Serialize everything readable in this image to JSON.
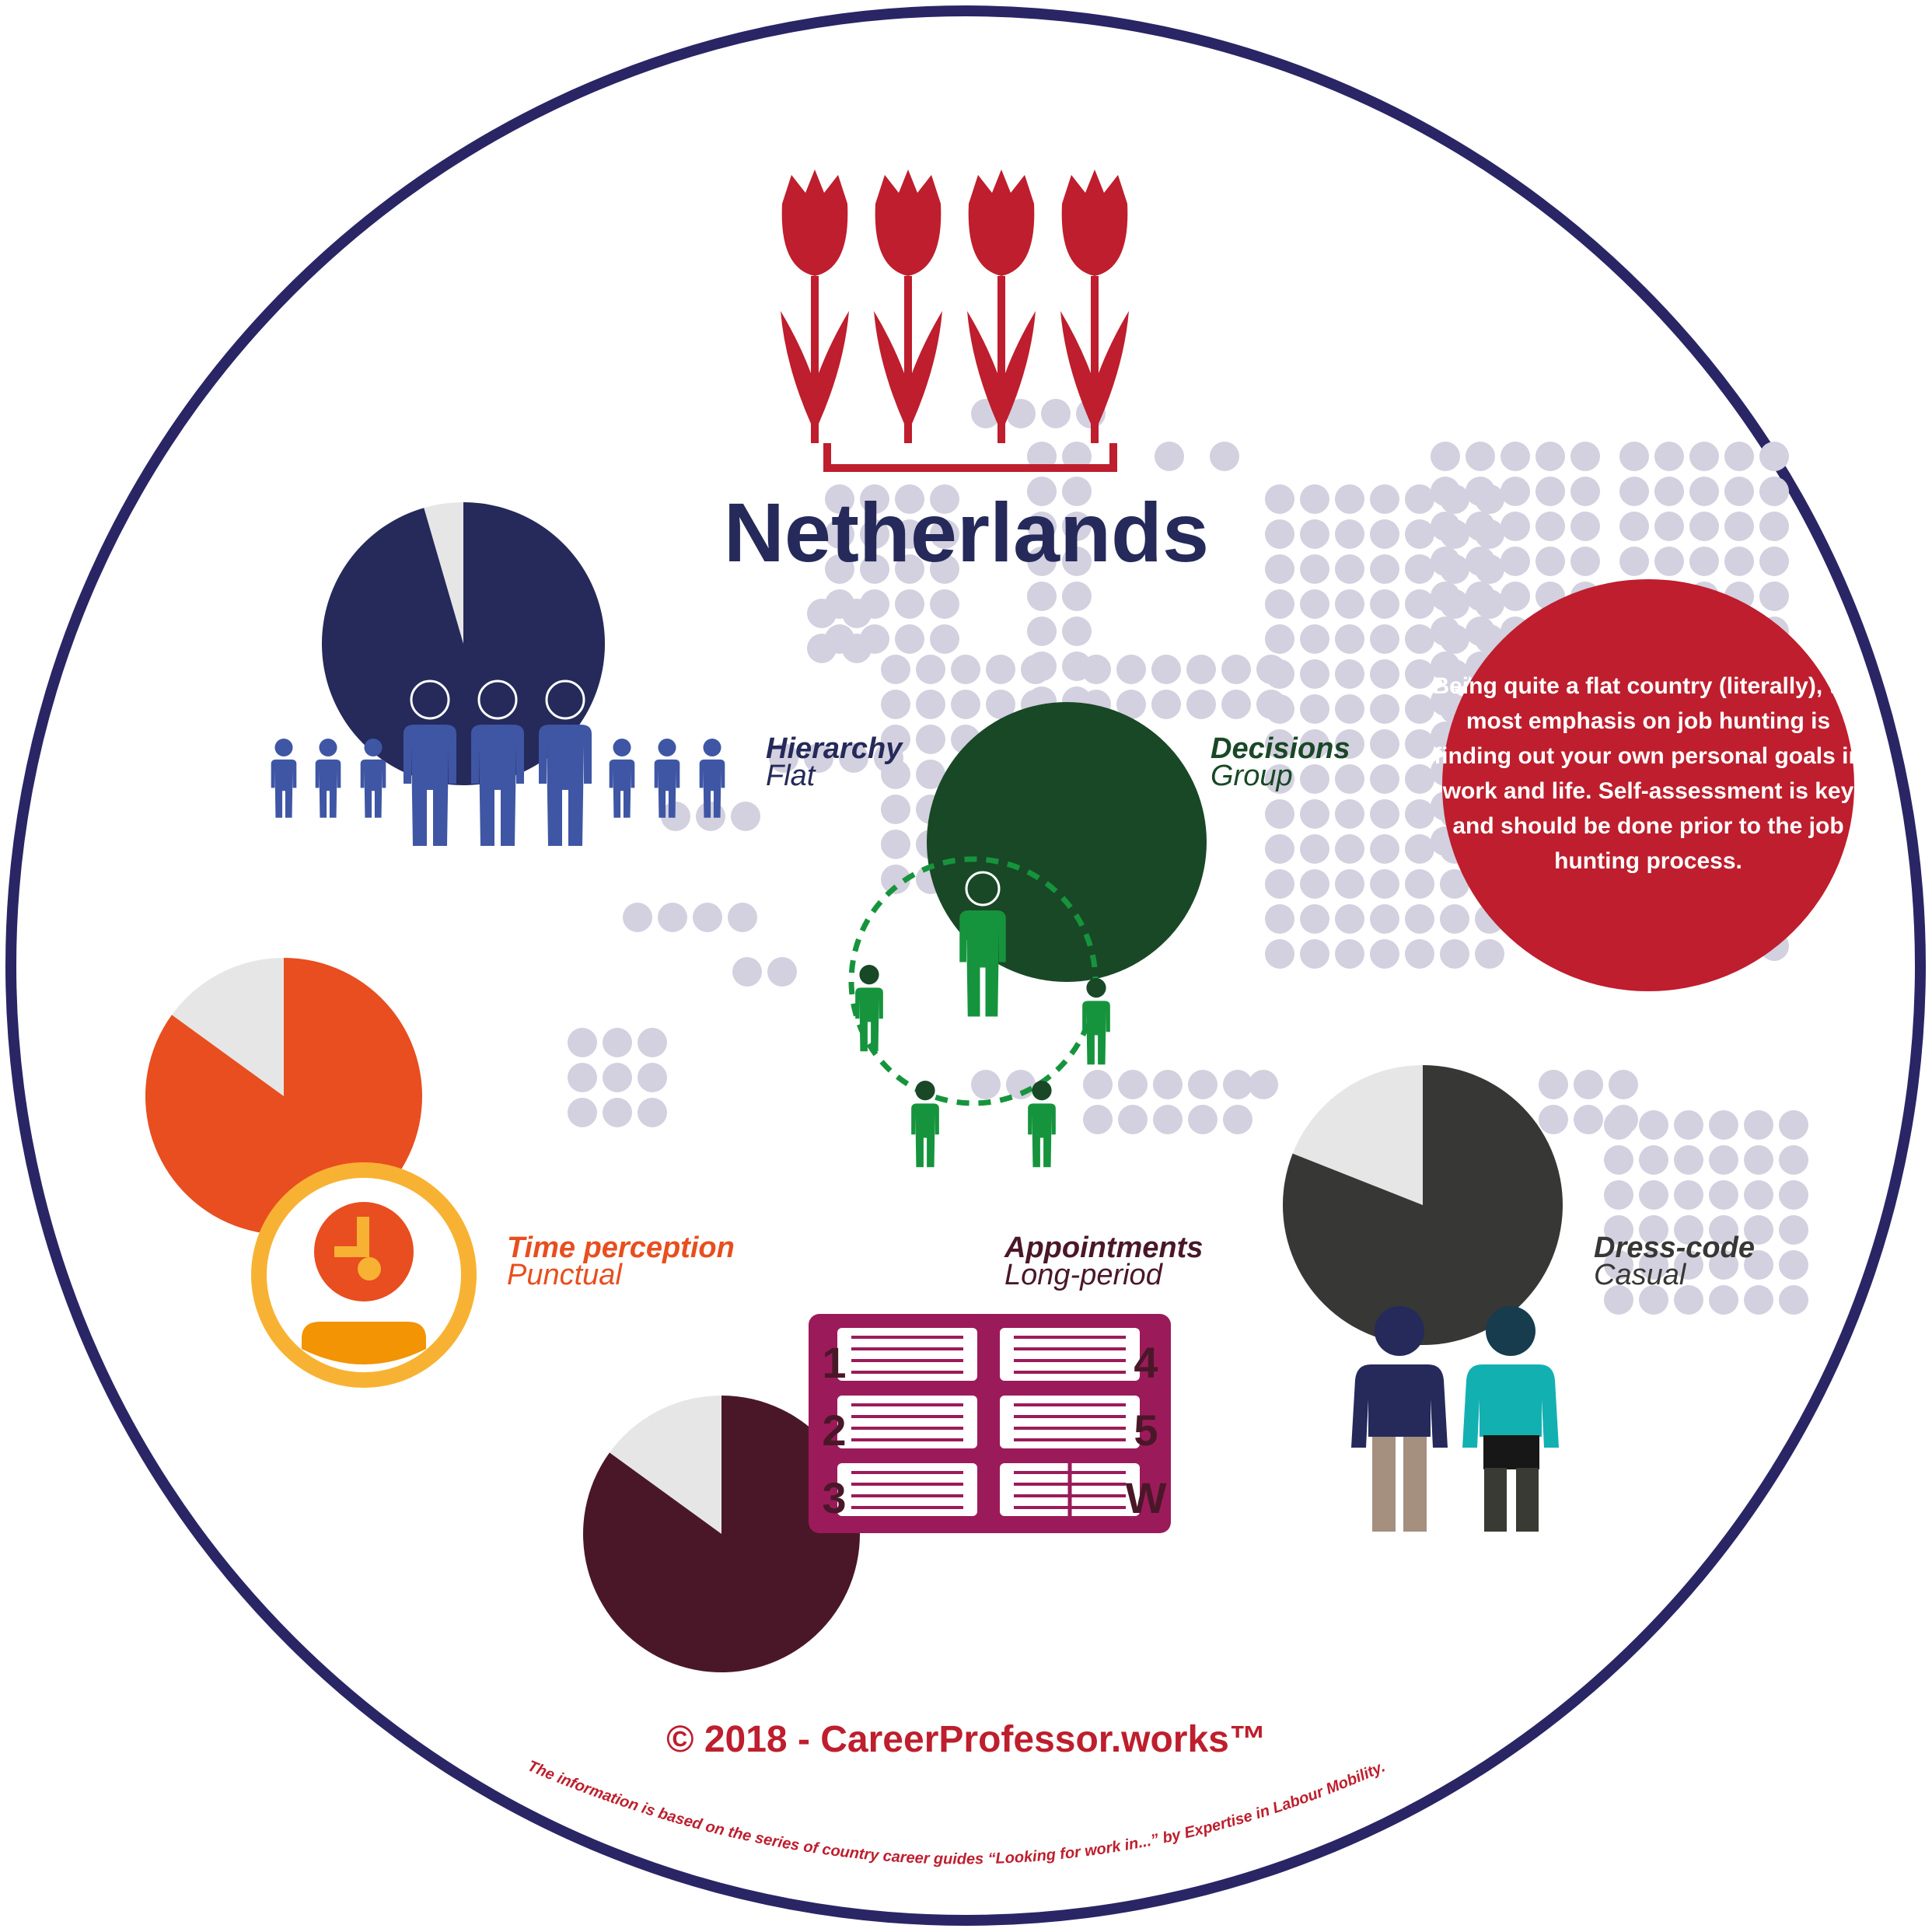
{
  "title": "Netherlands",
  "colors": {
    "border": "#2a2565",
    "dots": "#d3d0df",
    "tulip": "#be1e2d",
    "navy": "#252a5a",
    "hierarchy_people": "#3f56a4",
    "green_dark": "#194826",
    "green": "#16943d",
    "orange": "#e84e1f",
    "clock_ring": "#f8b233",
    "clock_person": "#f29404",
    "wine": "#4a1729",
    "calendar": "#9b1b5a",
    "charcoal": "#373735",
    "pie_rest": "#e6e6e6"
  },
  "dimensions": {
    "hierarchy": {
      "label": "Hierarchy",
      "value": "Flat",
      "share": 0.955,
      "color": "#252a5a"
    },
    "decisions": {
      "label": "Decisions",
      "value": "Group",
      "share": 1.0,
      "color": "#194826"
    },
    "time": {
      "label": "Time perception",
      "value": "Punctual",
      "share": 0.85,
      "color": "#e84e1f"
    },
    "appointments": {
      "label": "Appointments",
      "value": "Long-period",
      "share": 0.85,
      "color": "#4a1729"
    },
    "dresscode": {
      "label": "Dress-code",
      "value": "Casual",
      "share": 0.81,
      "color": "#373735"
    }
  },
  "calendar": {
    "days": [
      "1",
      "2",
      "3",
      "4",
      "5",
      "W"
    ]
  },
  "description": "Being quite a flat country (literally), the most emphasis on job hunting is finding out your own personal goals in work and life. Self-assessment is key and should be done prior to the job hunting process.",
  "copyright": "© 2018 - CareerProfessor.works™",
  "footnote": "The information is based on the series of country career guides “Looking for work in...” by Expertise in Labour Mobility."
}
